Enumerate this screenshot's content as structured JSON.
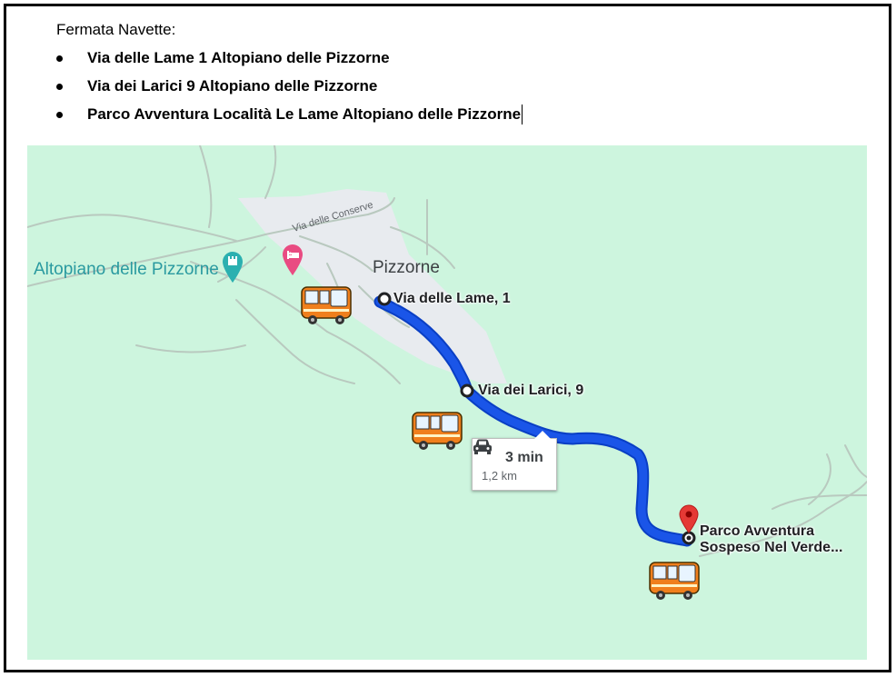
{
  "document": {
    "title": "Fermata Navette:",
    "stops": [
      "Via delle Lame 1 Altopiano delle Pizzorne",
      "Via dei Larici 9 Altopiano delle Pizzorne",
      "Parco Avventura Località Le Lame Altopiano delle Pizzorne"
    ]
  },
  "map": {
    "place_label": "Altopiano delle Pizzorne",
    "town_label": "Pizzorne",
    "road_label": "Via delle Conserve",
    "waypoints": [
      "Via delle Lame, 1",
      "Via dei Larici, 9"
    ],
    "destination": [
      "Parco Avventura",
      "Sospeso Nel Verde..."
    ],
    "route_info": {
      "duration": "3 min",
      "distance": "1,2 km"
    },
    "colors": {
      "map_bg": "#cdf5de",
      "settlement": "#e8ebef",
      "road": "#b9c9bf",
      "route": "#1a55e8",
      "route_outline": "#0a3fc4",
      "pin": "#e53935",
      "hotel_marker": "#e94b82",
      "park_marker": "#2bb0b0",
      "bus_body": "#f07f1c"
    },
    "icons": [
      "park-icon",
      "hotel-icon",
      "bus-icon",
      "car-icon",
      "destination-pin-icon"
    ]
  }
}
